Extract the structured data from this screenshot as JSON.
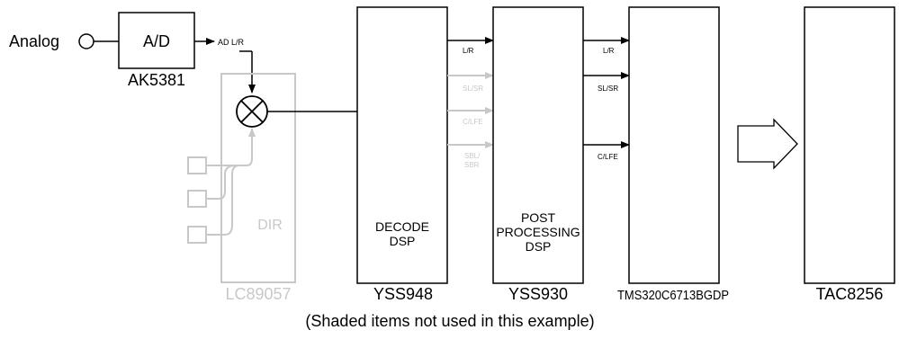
{
  "analog_label": "Analog",
  "ad_block": {
    "label": "A/D",
    "part": "AK5381"
  },
  "ad_output_label": "AD L/R",
  "dir_block": {
    "label": "DIR",
    "part": "LC89057"
  },
  "decode_block": {
    "line1": "DECODE",
    "line2": "DSP",
    "part": "YSS948"
  },
  "post_block": {
    "line1": "POST",
    "line2": "PROCESSING",
    "line3": "DSP",
    "part": "YSS930"
  },
  "tms_block": {
    "part": "TMS320C6713BGDP"
  },
  "tac_block": {
    "part": "TAC8256"
  },
  "decode_outputs": {
    "lr": "L/R",
    "slsr": "SL/SR",
    "clfe": "C/LFE",
    "sbl": "SBL/",
    "sbr": "SBR"
  },
  "post_outputs": {
    "lr": "L/R",
    "slsr": "SL/SR",
    "clfe": "C/LFE"
  },
  "caption": "(Shaded items not used in this example)",
  "colors": {
    "active": "#000000",
    "shaded": "#c8c8c8"
  }
}
